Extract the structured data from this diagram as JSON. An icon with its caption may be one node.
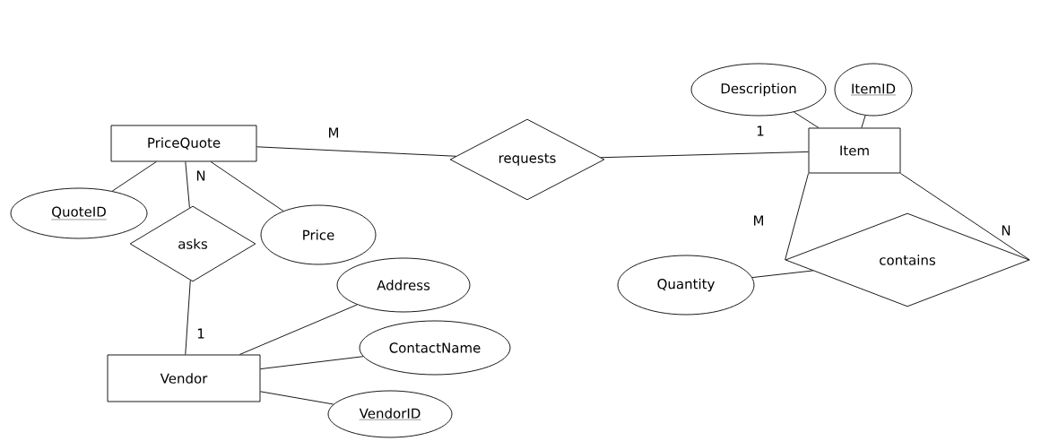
{
  "diagram": {
    "nodes": [
      {
        "text": [
          "PriceQuote"
        ]
      },
      {
        "text": [
          "requests"
        ]
      },
      {
        "text": [
          "Item"
        ]
      },
      {
        "text": [
          "Description"
        ]
      },
      {
        "text": [
          "ItemID"
        ]
      },
      {
        "text": [
          "QuoteID"
        ]
      },
      {
        "text": [
          "Price"
        ]
      },
      {
        "text": [
          "asks"
        ]
      },
      {
        "text": [
          "Vendor"
        ]
      },
      {
        "text": [
          "Address"
        ]
      },
      {
        "text": [
          "ContactName"
        ]
      },
      {
        "text": [
          "VendorID"
        ]
      },
      {
        "text": [
          "contains"
        ]
      },
      {
        "text": [
          "Quantity"
        ]
      }
    ],
    "edges": [
      {
        "from": 0,
        "to": 1,
        "arrow": "none",
        "label": "M"
      },
      {
        "from": 1,
        "to": 2,
        "arrow": "none",
        "label": "1"
      },
      {
        "from": 3,
        "to": 2,
        "arrow": "none"
      },
      {
        "from": 4,
        "to": 2,
        "arrow": "none"
      },
      {
        "from": 0,
        "to": 5,
        "arrow": "none"
      },
      {
        "from": 0,
        "to": 6,
        "arrow": "none"
      },
      {
        "from": 0,
        "to": 7,
        "arrow": "none",
        "label": "N"
      },
      {
        "from": 7,
        "to": 8,
        "arrow": "none",
        "label": "1"
      },
      {
        "from": 8,
        "to": 9,
        "arrow": "none"
      },
      {
        "from": 8,
        "to": 10,
        "arrow": "none"
      },
      {
        "from": 8,
        "to": 11,
        "arrow": "none"
      },
      {
        "from": 2,
        "to": 12,
        "arrow": "none",
        "label": "M"
      },
      {
        "from": 2,
        "to": 12,
        "arrow": "none",
        "label": "N"
      },
      {
        "from": 13,
        "to": 12,
        "arrow": "none"
      }
    ]
  }
}
